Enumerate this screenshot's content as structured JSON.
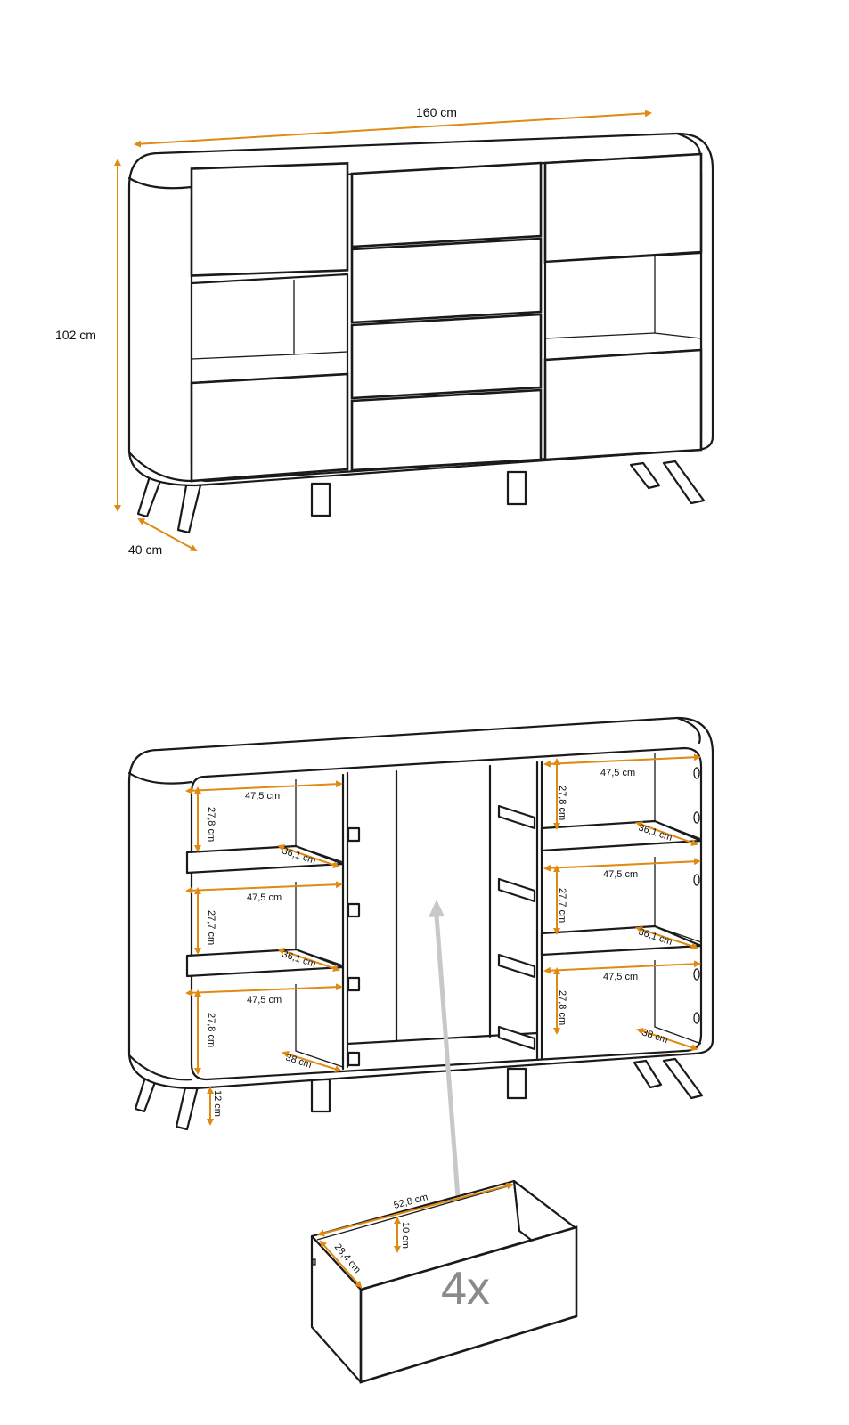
{
  "top_view": {
    "width_label": "160 cm",
    "height_label": "102 cm",
    "depth_label": "40 cm"
  },
  "open_view": {
    "left_column": [
      {
        "width": "47,5 cm",
        "height": "27,8 cm",
        "depth": "36,1 cm"
      },
      {
        "width": "47,5 cm",
        "height": "27,7 cm",
        "depth": "36,1 cm"
      },
      {
        "width": "47,5 cm",
        "height": "27,8 cm",
        "depth": "38 cm"
      }
    ],
    "right_column": [
      {
        "width": "47,5 cm",
        "height": "27,8 cm",
        "depth": "36,1 cm"
      },
      {
        "width": "47,5 cm",
        "height": "27,7 cm",
        "depth": "36,1 cm"
      },
      {
        "width": "47,5 cm",
        "height": "27,8 cm",
        "depth": "38 cm"
      }
    ],
    "leg_height": "12 cm"
  },
  "drawer": {
    "width": "52,8 cm",
    "height": "10 cm",
    "depth": "28,4 cm",
    "quantity": "4x"
  },
  "colors": {
    "dimension": "#e08a12",
    "outline": "#1a1a1a",
    "pointer": "#c8c8c8"
  }
}
